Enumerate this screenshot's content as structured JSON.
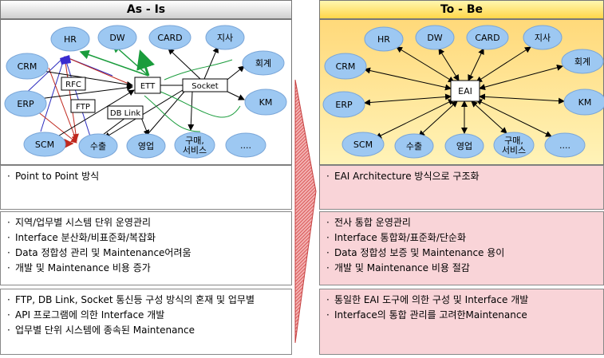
{
  "headers": {
    "left": "As - Is",
    "right": "To - Be"
  },
  "as_is": {
    "nodes": {
      "hr": "HR",
      "dw": "DW",
      "card": "CARD",
      "branch": "지사",
      "crm": "CRM",
      "accounting": "회계",
      "erp": "ERP",
      "km": "KM",
      "scm": "SCM",
      "export": "수출",
      "sales": "영업",
      "purchase_1": "구매,",
      "purchase_2": "서비스",
      "etc": "...."
    },
    "connectors": {
      "rfc": "RFC",
      "ftp": "FTP",
      "ett": "ETT",
      "socket": "Socket",
      "dblink": "DB Link"
    }
  },
  "to_be": {
    "nodes": {
      "hr": "HR",
      "dw": "DW",
      "card": "CARD",
      "branch": "지사",
      "crm": "CRM",
      "accounting": "회계",
      "erp": "ERP",
      "km": "KM",
      "scm": "SCM",
      "export": "수출",
      "sales": "영업",
      "purchase_1": "구매,",
      "purchase_2": "서비스",
      "etc": "...."
    },
    "hub": "EAI"
  },
  "rows": [
    {
      "left": [
        "Point to Point 방식"
      ],
      "right": [
        "EAI Architecture 방식으로 구조화"
      ]
    },
    {
      "left": [
        "지역/업무별 시스템 단위 운영관리",
        "Interface 분산화/비표준화/복잡화",
        "Data 정합성 관리 및 Maintenance어려움",
        "개발 및 Maintenance 비용 증가"
      ],
      "right": [
        "전사 통합 운영관리",
        "Interface 통합화/표준화/단순화",
        "Data 정합성 보증 및 Maintenance 용이",
        "개발 및 Maintenance 비용 절감"
      ]
    },
    {
      "left": [
        "FTP, DB Link, Socket 통신등 구성 방식의 혼재 및 업무별",
        "API 프로그램에 의한 Interface 개발",
        "업무별 단위 시스템에 종속된 Maintenance"
      ],
      "right": [
        "통일한 EAI 도구에 의한 구성 및 Interface 개발",
        "Interface의 통합 관리를 고려한Maintenance"
      ]
    }
  ]
}
